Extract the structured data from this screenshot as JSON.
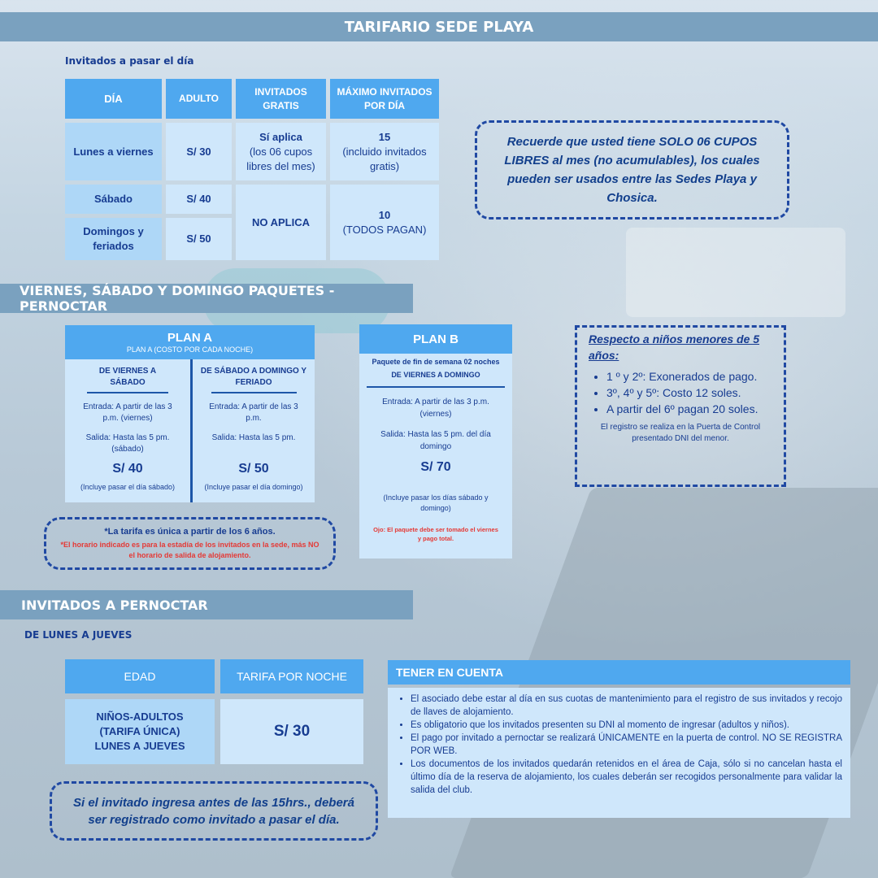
{
  "title": "TARIFARIO SEDE PLAYA",
  "day_section": {
    "subtitle": "Invitados a pasar el día",
    "headers": [
      "DÍA",
      "ADULTO",
      "INVITADOS GRATIS",
      "MÁXIMO INVITADOS POR DÍA"
    ],
    "rows": [
      {
        "day": "Lunes a viernes",
        "adult": "S/ 30",
        "free_1": "Sí aplica",
        "free_2": "(los 06 cupos libres del mes)",
        "max_1": "15",
        "max_2": "(incluido invitados gratis)"
      },
      {
        "day": "Sábado",
        "adult": "S/ 40"
      },
      {
        "day": "Domingos y feriados",
        "adult": "S/ 50"
      }
    ],
    "weekend_free": "NO APLICA",
    "weekend_max_1": "10",
    "weekend_max_2": "(TODOS PAGAN)"
  },
  "cupos_note": "Recuerde que usted tiene SOLO 06 CUPOS LIBRES al mes (no acumulables), los cuales pueden ser usados entre las Sedes Playa y Chosica.",
  "packages_title": "VIERNES, SÁBADO Y DOMINGO PAQUETES - PERNOCTAR",
  "plan_a": {
    "title": "PLAN A",
    "subtitle": "PLAN A (COSTO POR CADA NOCHE)",
    "col1": {
      "title": "DE VIERNES A SÁBADO",
      "entrada": "Entrada: A partir de las 3 p.m. (viernes)",
      "salida": "Salida: Hasta las 5 pm. (sábado)",
      "price": "S/ 40",
      "note": "(Incluye pasar el día sábado)"
    },
    "col2": {
      "title": "DE SÁBADO A DOMINGO Y FERIADO",
      "entrada": "Entrada: A partir de las 3 p.m.",
      "salida": "Salida: Hasta las 5 pm.",
      "price": "S/ 50",
      "note": "(Incluye pasar el día domingo)"
    }
  },
  "plan_b": {
    "title": "PLAN B",
    "subtitle": "Paquete de fin de semana 02 noches",
    "days": "DE VIERNES A DOMINGO",
    "entrada": "Entrada: A partir de las 3 p.m. (viernes)",
    "salida": "Salida: Hasta las 5 pm. del día domingo",
    "price": "S/ 70",
    "note": "(Incluye pasar los días sábado y domingo)",
    "warning": "Ojo: El paquete debe ser tomado el viernes y pago total."
  },
  "tarifa_note": {
    "line1": "*La tarifa es única a partir de los 6 años.",
    "line2": "*El horario indicado es para la estadía de los invitados en la sede, más NO el horario de salida de alojamiento."
  },
  "kids": {
    "title": "Respecto a niños menores de 5 años:",
    "items": [
      "1 º y 2º: Exonerados de pago.",
      "3º, 4º y 5º: Costo 12 soles.",
      "A partir del 6º pagan 20 soles."
    ],
    "footer": "El registro se realiza en la Puerta de Control presentado DNI del menor."
  },
  "overnight": {
    "title": "INVITADOS A PERNOCTAR",
    "subtitle": "DE LUNES A JUEVES",
    "headers": [
      "EDAD",
      "TARIFA POR NOCHE"
    ],
    "age": "NIÑOS-ADULTOS (TARIFA ÚNICA) LUNES A JUEVES",
    "price": "S/ 30",
    "note": "Si el invitado ingresa antes de las 15hrs., deberá ser registrado como invitado a pasar el día."
  },
  "tener": {
    "title": "TENER EN CUENTA",
    "items": [
      "El asociado debe estar al día en sus cuotas de mantenimiento para el registro de sus invitados y recojo de llaves de alojamiento.",
      "Es obligatorio que los invitados presenten su DNI al momento de ingresar (adultos y niños).",
      "El pago por invitado a pernoctar  se realizará ÚNICAMENTE en la puerta de control. NO SE REGISTRA POR WEB.",
      "Los documentos de los invitados quedarán retenidos en el área de Caja, sólo si no cancelan hasta el último día de la reserva de alojamiento, los cuales deberán ser recogidos personalmente para validar la salida del club."
    ]
  }
}
